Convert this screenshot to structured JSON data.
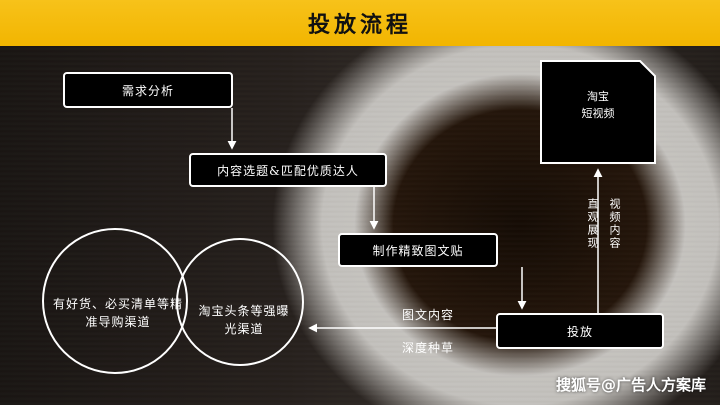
{
  "title": "投放流程",
  "steps": {
    "analysis": "需求分析",
    "select": "内容选题&匹配优质达人",
    "make": "制作精致图文贴",
    "launch": "投放"
  },
  "short_video": {
    "line1": "淘宝",
    "line2": "短视频"
  },
  "vertical_labels": {
    "col1": "视频内容",
    "col2": "直观展现"
  },
  "edge_labels": {
    "content": "图文内容",
    "depth": "深度种草"
  },
  "circles": {
    "left": "有好货、必买清单等精准导购渠道",
    "right": "淘宝头条等强曝光渠道"
  },
  "watermark": "搜狐号@广告人方案库",
  "colors": {
    "accent": "#f2b500",
    "line": "#ffffff"
  }
}
